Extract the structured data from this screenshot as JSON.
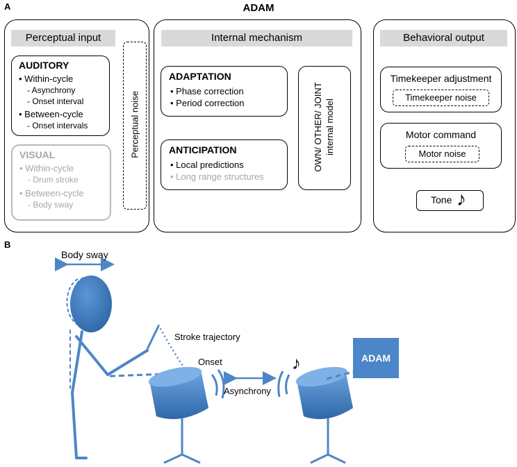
{
  "panel_a": {
    "letter": "A",
    "title": "ADAM",
    "perceptual": {
      "header": "Perceptual input",
      "auditory": {
        "title": "AUDITORY",
        "within": "• Within-cycle",
        "within_subs": [
          "- Asynchrony",
          "- Onset interval"
        ],
        "between": "• Between-cycle",
        "between_subs": [
          "- Onset intervals"
        ]
      },
      "visual": {
        "title": "VISUAL",
        "within": "• Within-cycle",
        "within_subs": [
          "- Drum stroke"
        ],
        "between": "• Between-cycle",
        "between_subs": [
          "- Body sway"
        ]
      }
    },
    "perceptual_noise": "Perceptual noise",
    "internal": {
      "header": "Internal mechanism",
      "adaptation": {
        "title": "ADAPTATION",
        "items": [
          "• Phase correction",
          "• Period correction"
        ]
      },
      "anticipation": {
        "title": "ANTICIPATION",
        "item1": "• Local predictions",
        "item2": "• Long range structures"
      },
      "model_line1": "OWN/ OTHER/ JOINT",
      "model_line2": "internal model"
    },
    "behavioral": {
      "header": "Behavioral output",
      "timekeeper": "Timekeeper adjustment",
      "timekeeper_noise": "Timekeeper noise",
      "motor": "Motor command",
      "motor_noise": "Motor noise",
      "tone": "Tone",
      "note_glyph": "♪"
    }
  },
  "panel_b": {
    "letter": "B",
    "body_sway": "Body sway",
    "stroke_trajectory": "Stroke trajectory",
    "onset": "Onset",
    "asynchrony": "Asynchrony",
    "adam": "ADAM",
    "note_glyph": "♪",
    "colors": {
      "blue": "#4a86c8",
      "blue_dark": "#2f67a8",
      "blue_line": "#4d86c6"
    }
  }
}
